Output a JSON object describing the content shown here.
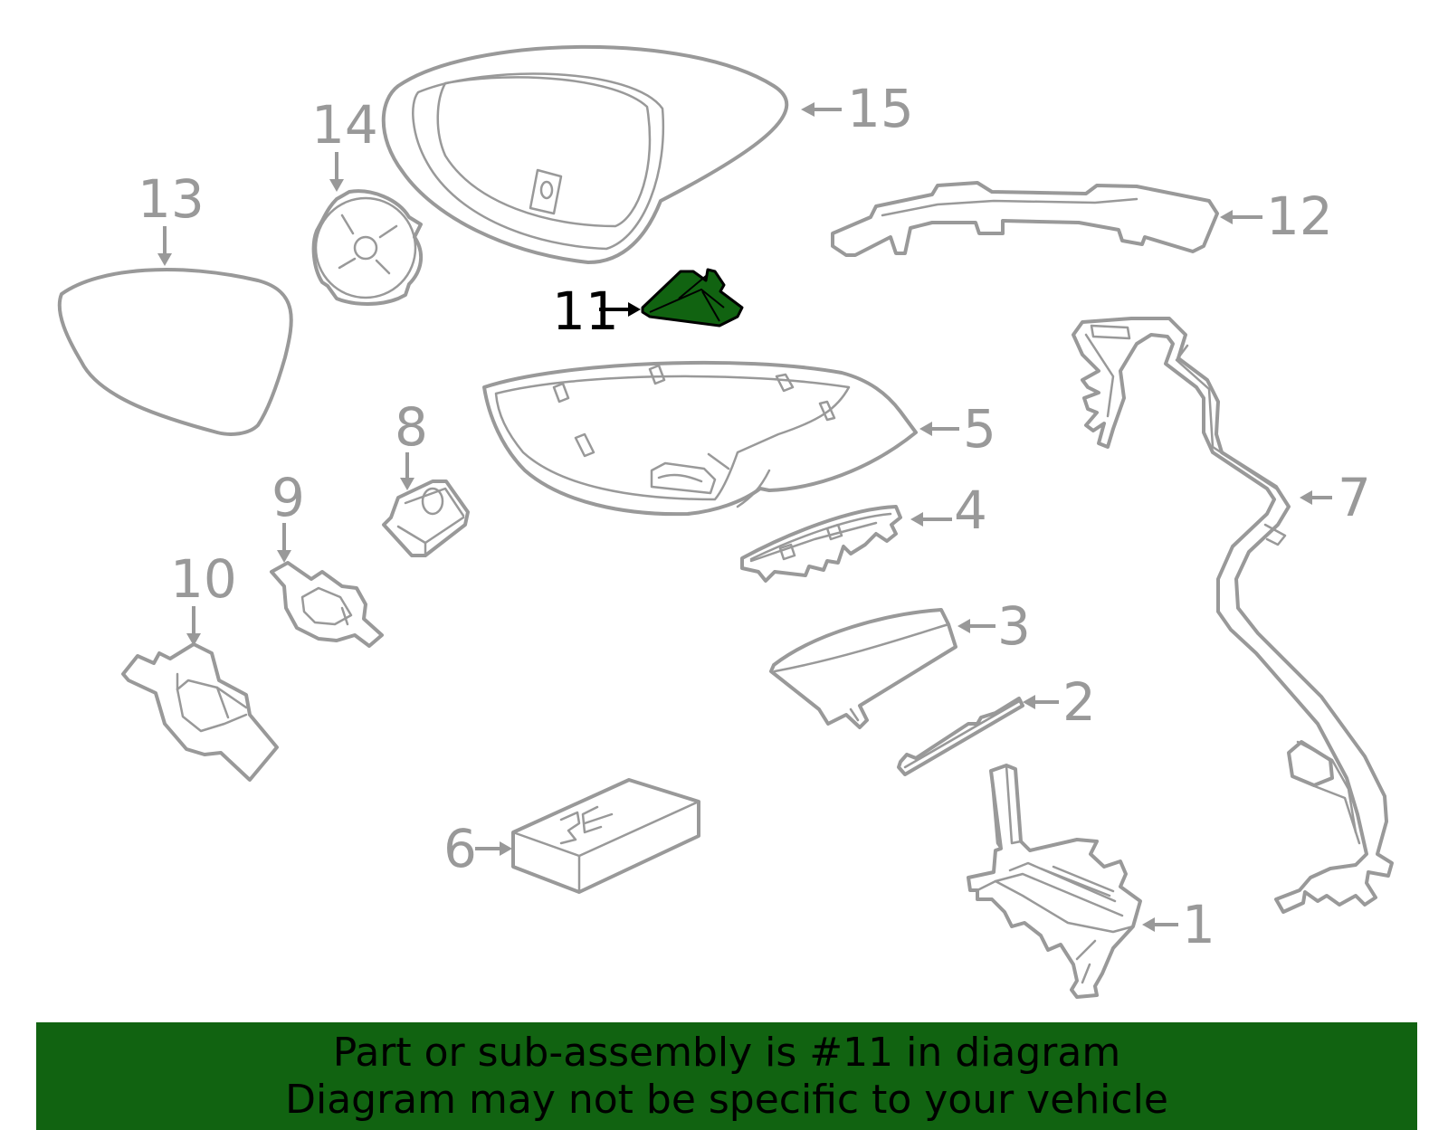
{
  "highlight": {
    "part": "11",
    "color": "#116311"
  },
  "colors": {
    "line": "#999999",
    "banner": "#116311",
    "text": "#000000"
  },
  "callouts": {
    "c1": "1",
    "c2": "2",
    "c3": "3",
    "c4": "4",
    "c5": "5",
    "c6": "6",
    "c7": "7",
    "c8": "8",
    "c9": "9",
    "c10": "10",
    "c11": "11",
    "c12": "12",
    "c13": "13",
    "c14": "14",
    "c15": "15"
  },
  "banner": {
    "line1": "Part or sub-assembly is #11 in diagram",
    "line2": "Diagram may not be specific to your vehicle"
  }
}
